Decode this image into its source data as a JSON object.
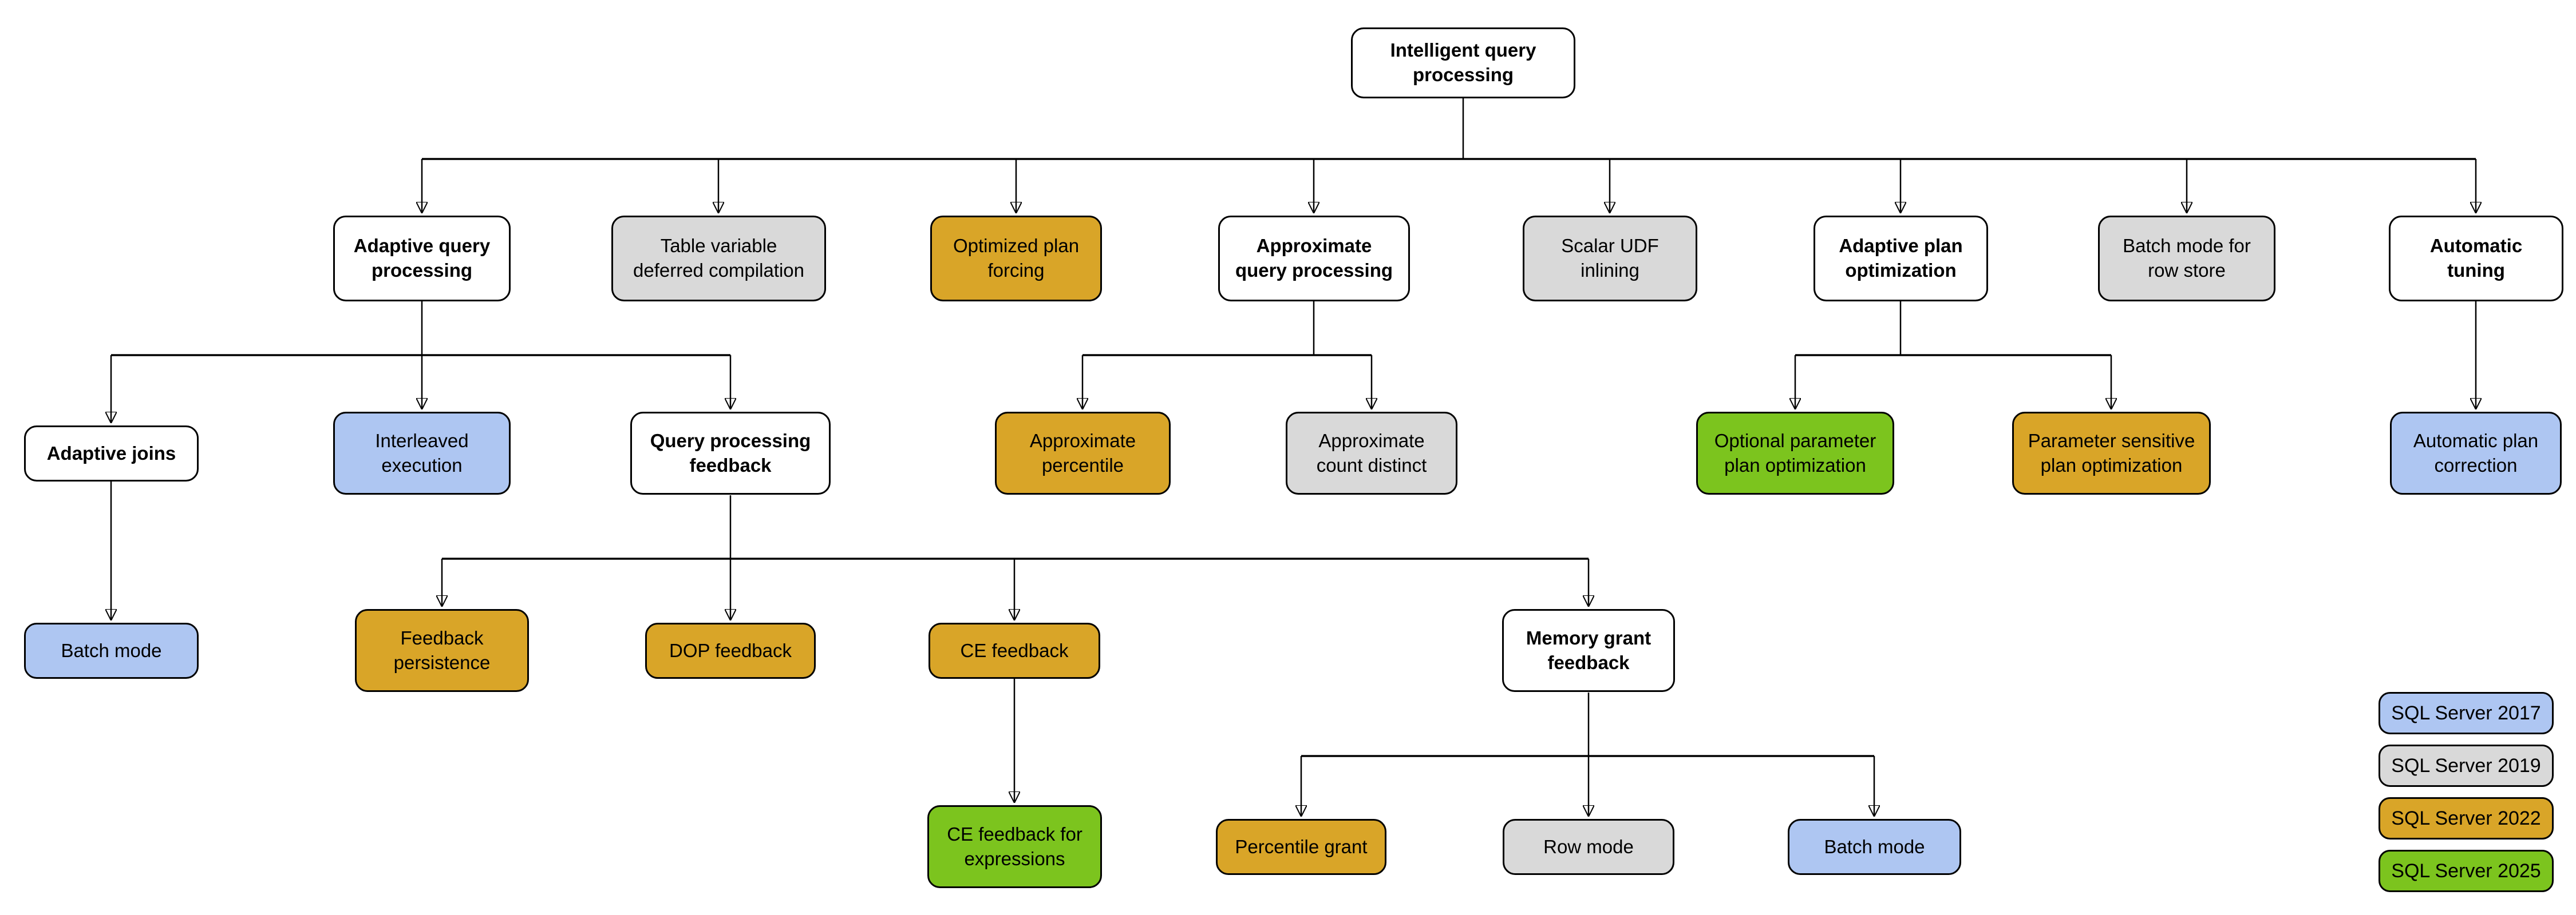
{
  "nodes": [
    {
      "id": "intelligent-query-processing",
      "label": "Intelligent query\nprocessing",
      "version": "base"
    },
    {
      "id": "adaptive-query-processing",
      "label": "Adaptive query\nprocessing",
      "version": "base"
    },
    {
      "id": "table-variable-deferred-compilation",
      "label": "Table variable\ndeferred compilation",
      "version": "2019"
    },
    {
      "id": "optimized-plan-forcing",
      "label": "Optimized plan\nforcing",
      "version": "2022"
    },
    {
      "id": "approximate-query-processing",
      "label": "Approximate\nquery processing",
      "version": "base"
    },
    {
      "id": "scalar-udf-inlining",
      "label": "Scalar UDF\ninlining",
      "version": "2019"
    },
    {
      "id": "adaptive-plan-optimization",
      "label": "Adaptive plan\noptimization",
      "version": "base"
    },
    {
      "id": "batch-mode-for-row-store",
      "label": "Batch mode for\nrow store",
      "version": "2019"
    },
    {
      "id": "automatic-tuning",
      "label": "Automatic\ntuning",
      "version": "base"
    },
    {
      "id": "adaptive-joins",
      "label": "Adaptive joins",
      "version": "base"
    },
    {
      "id": "interleaved-execution",
      "label": "Interleaved\nexecution",
      "version": "2017"
    },
    {
      "id": "query-processing-feedback",
      "label": "Query processing\nfeedback",
      "version": "base"
    },
    {
      "id": "approximate-percentile",
      "label": "Approximate\npercentile",
      "version": "2022"
    },
    {
      "id": "approximate-count-distinct",
      "label": "Approximate\ncount distinct",
      "version": "2019"
    },
    {
      "id": "optional-parameter-plan-optimization",
      "label": "Optional parameter\nplan optimization",
      "version": "2025"
    },
    {
      "id": "parameter-sensitive-plan-optimization",
      "label": "Parameter sensitive\nplan optimization",
      "version": "2022"
    },
    {
      "id": "automatic-plan-correction",
      "label": "Automatic plan\ncorrection",
      "version": "2017"
    },
    {
      "id": "batch-mode-adaptive-joins",
      "label": "Batch mode",
      "version": "2017"
    },
    {
      "id": "feedback-persistence",
      "label": "Feedback\npersistence",
      "version": "2022"
    },
    {
      "id": "dop-feedback",
      "label": "DOP feedback",
      "version": "2022"
    },
    {
      "id": "ce-feedback",
      "label": "CE feedback",
      "version": "2022"
    },
    {
      "id": "memory-grant-feedback",
      "label": "Memory grant\nfeedback",
      "version": "base"
    },
    {
      "id": "ce-feedback-for-expressions",
      "label": "CE feedback for\nexpressions",
      "version": "2025"
    },
    {
      "id": "percentile-grant",
      "label": "Percentile grant",
      "version": "2022"
    },
    {
      "id": "row-mode",
      "label": "Row mode",
      "version": "2019"
    },
    {
      "id": "batch-mode-memory-grant",
      "label": "Batch mode",
      "version": "2017"
    }
  ],
  "legend": {
    "items": [
      {
        "label": "SQL Server 2017",
        "color": "#aec6f2"
      },
      {
        "label": "SQL Server 2019",
        "color": "#d9d9d9"
      },
      {
        "label": "SQL Server 2022",
        "color": "#d9a528"
      },
      {
        "label": "SQL Server 2025",
        "color": "#7cc41e"
      }
    ]
  }
}
